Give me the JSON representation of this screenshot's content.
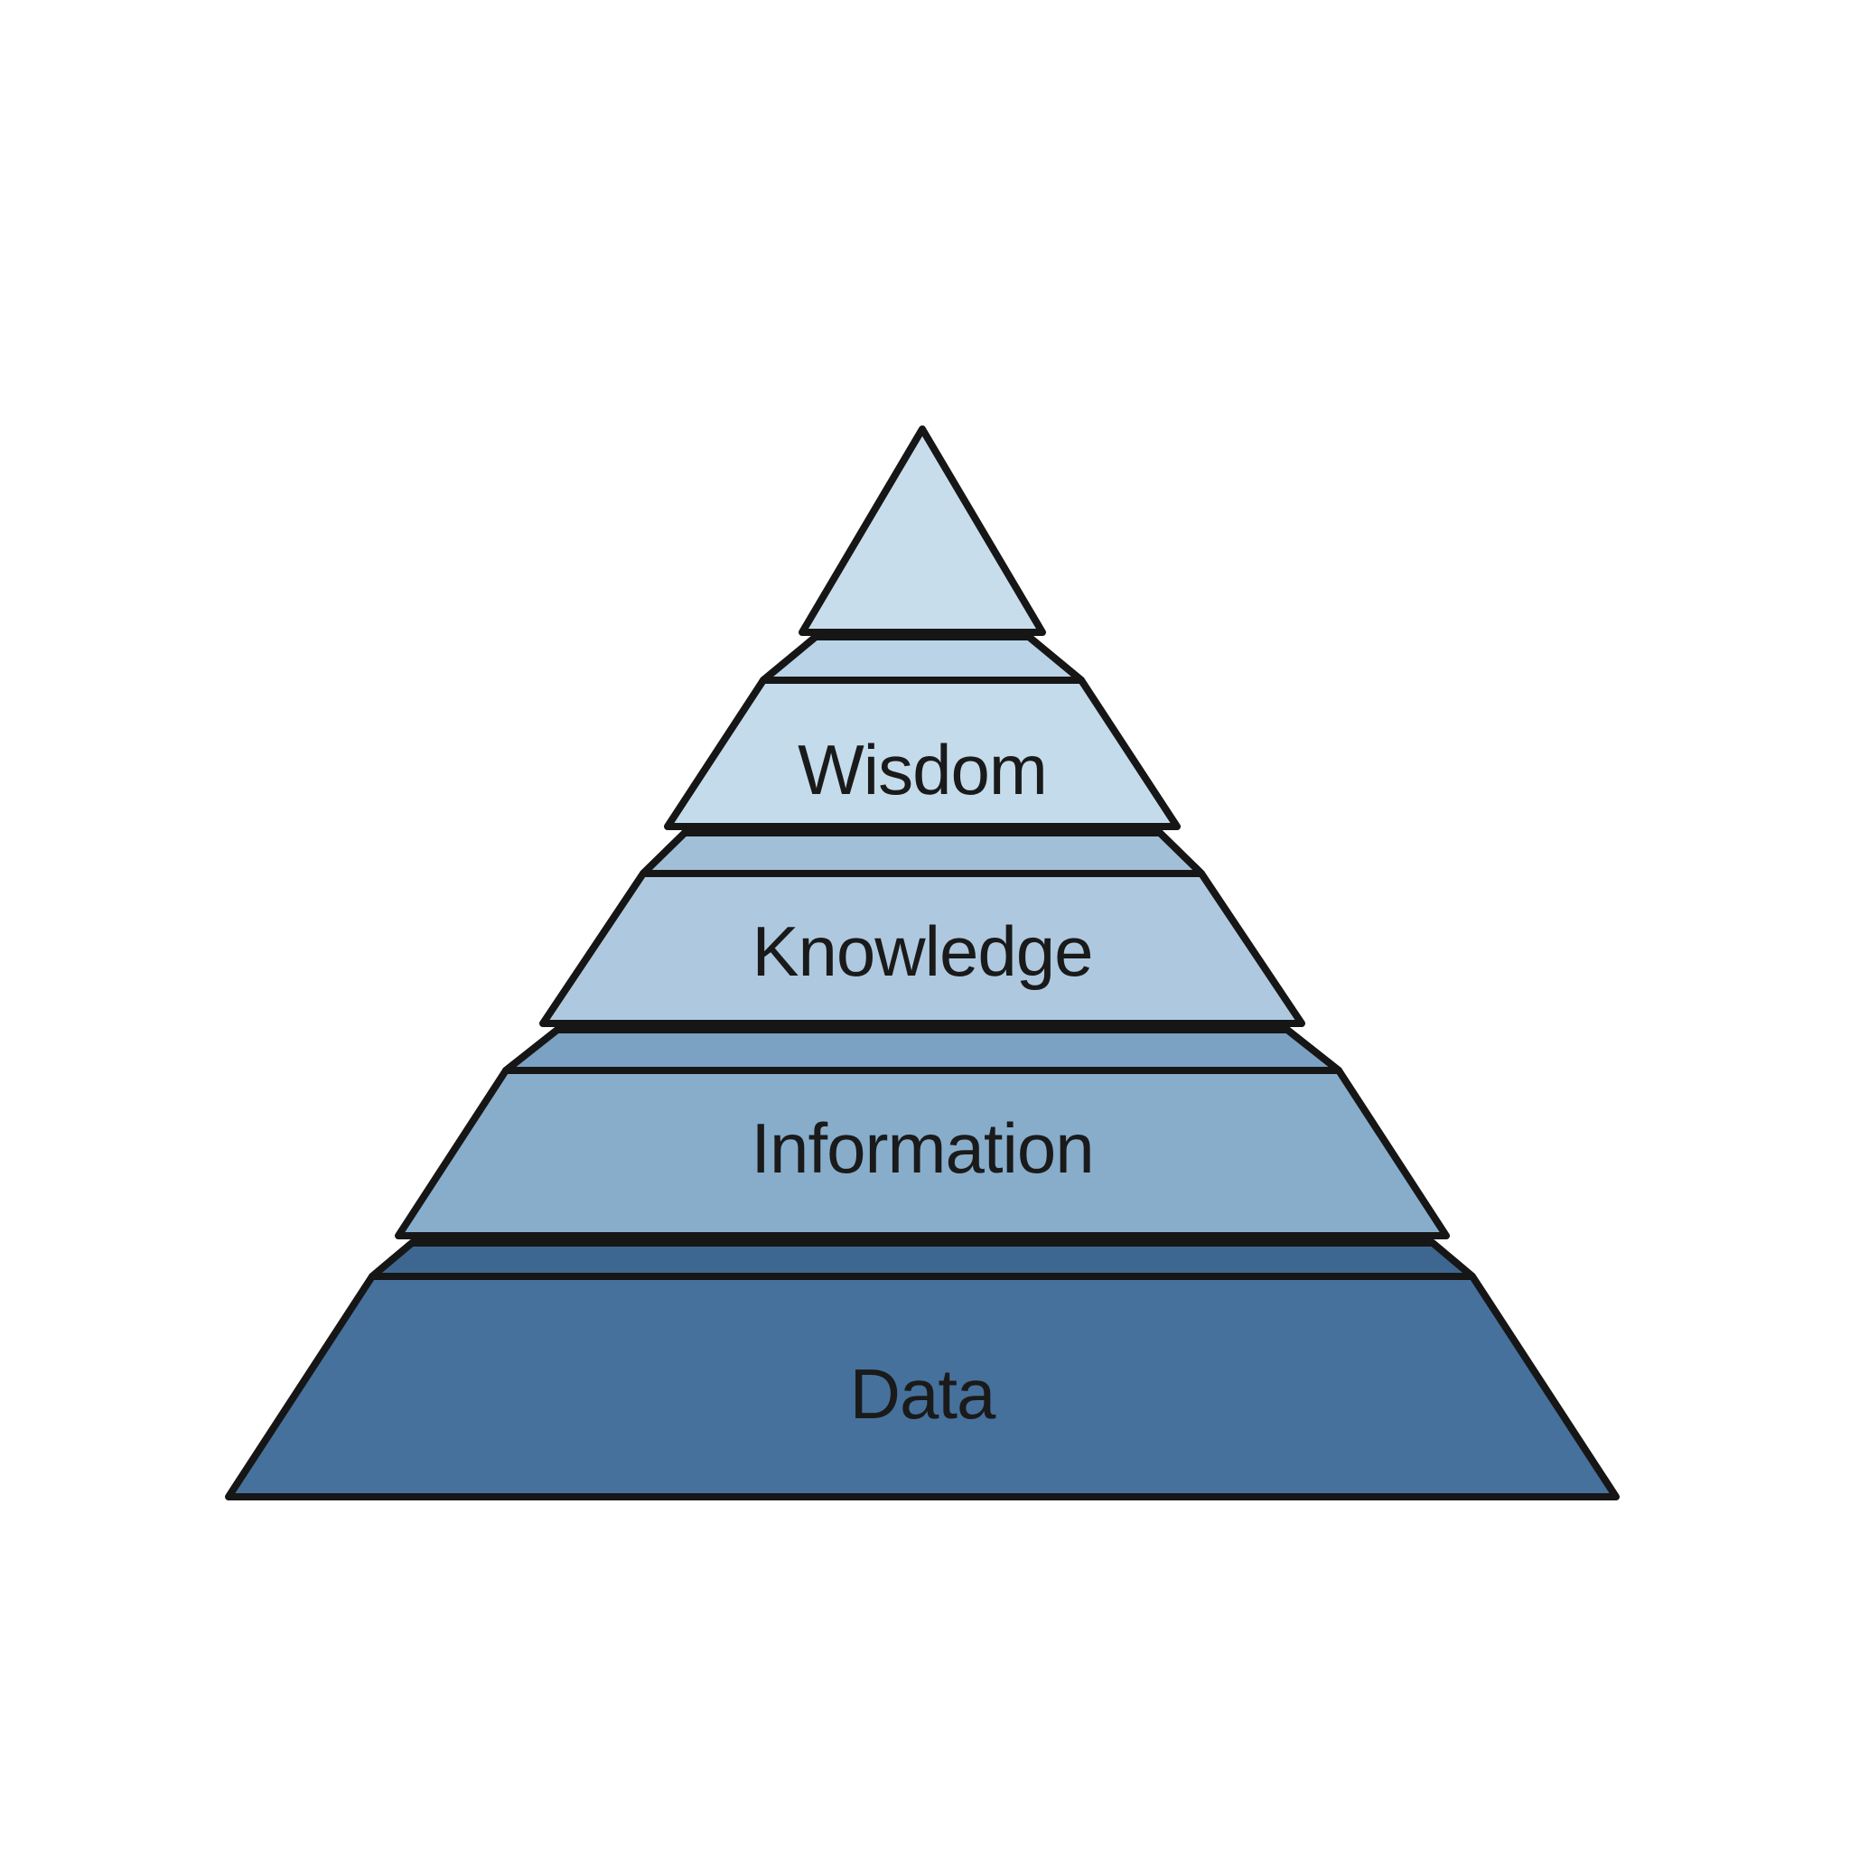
{
  "diagram": {
    "kind": "pyramid",
    "background": "#ffffff",
    "outline_color": "#161616",
    "text_color": "#1a1a1a",
    "levels": [
      {
        "id": "apex",
        "label": "",
        "body_color": "#c8ddec",
        "collar_color": "#c8ddec"
      },
      {
        "id": "wisdom",
        "label": "Wisdom",
        "body_color": "#c4dbeb",
        "collar_color": "#bad3e6"
      },
      {
        "id": "knowledge",
        "label": "Knowledge",
        "body_color": "#aec9df",
        "collar_color": "#a2bfd8"
      },
      {
        "id": "information",
        "label": "Information",
        "body_color": "#87adcb",
        "collar_color": "#7ba2c2"
      },
      {
        "id": "data",
        "label": "Data",
        "body_color": "#46719c",
        "collar_color": "#3d6790"
      }
    ]
  }
}
